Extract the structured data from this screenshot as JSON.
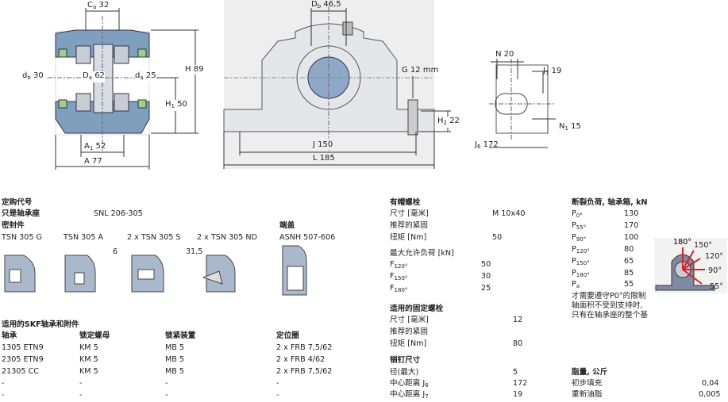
{
  "drawing": {
    "left_view": {
      "ca": "C",
      "ca_sub": "a",
      "ca_val": "32",
      "db": "d",
      "db_sub": "b",
      "db_val": "30",
      "Da": "D",
      "Da_sub": "a",
      "Da_val": "62",
      "da": "d",
      "da_sub": "a",
      "da_val": "25",
      "H": "H",
      "H_val": "89",
      "H1": "H",
      "H1_sub": "1",
      "H1_val": "50",
      "A1": "A",
      "A1_sub": "1",
      "A1_val": "52",
      "A": "A",
      "A_val": "77"
    },
    "center_view": {
      "Db": "D",
      "Db_sub": "b",
      "Db_val": "46,5",
      "G": "G",
      "G_val": "12 mm",
      "H2": "H",
      "H2_sub": "2",
      "H2_val": "22",
      "J": "J",
      "J_val": "150",
      "L": "L",
      "L_val": "185"
    },
    "right_view": {
      "N": "N",
      "N_val": "20",
      "J7": "J",
      "J7_sub": "7",
      "J7_val": "19",
      "N1": "N",
      "N1_sub": "1",
      "N1_val": "15",
      "J6": "J",
      "J6_sub": "6",
      "J6_val": "172"
    }
  },
  "ordering": {
    "title": "定购代号",
    "housing_only_label": "只是轴承座",
    "housing_only_value": "SNL 206-305",
    "seals_title": "密封件",
    "seals": [
      "TSN 305 G",
      "TSN 305 A",
      "2 x TSN 305 S",
      "2 x TSN 305 ND"
    ],
    "end_cover_title": "端盖",
    "end_cover": "ASNH 507-606",
    "seal_dim_1": "6",
    "seal_dim_2": "31,5"
  },
  "accessories": {
    "title": "适用的SKF轴承和附件",
    "headers": [
      "轴承",
      "锁定螺母",
      "锁紧装置",
      "定位圈"
    ],
    "rows": [
      [
        "1305 ETN9",
        "KM 5",
        "MB 5",
        "2 x FRB 7,5/62"
      ],
      [
        "2305 ETN9",
        "KM 5",
        "MB 5",
        "2 x FRB 4/62"
      ],
      [
        "21305 CC",
        "KM 5",
        "MB 5",
        "2 x FRB 7,5/62"
      ],
      [
        "-",
        "-",
        "-",
        "-"
      ],
      [
        "-",
        "-",
        "-",
        "-"
      ]
    ]
  },
  "cap_bolts": {
    "title": "有帽螺栓",
    "rows": [
      {
        "label": "尺寸 [毫米]",
        "value": "M 10x40"
      },
      {
        "label": "推荐的紧固",
        "value": ""
      },
      {
        "label": "扭矩 [Nm]",
        "value": "50"
      }
    ],
    "max_load_title": "最大允许负荷 [kN]",
    "loads": [
      {
        "label": "F",
        "sub": "120°",
        "value": "50"
      },
      {
        "label": "F",
        "sub": "150°",
        "value": "30"
      },
      {
        "label": "F",
        "sub": "180°",
        "value": "25"
      }
    ]
  },
  "fix_bolts": {
    "title": "适用的固定螺栓",
    "rows": [
      {
        "label": "尺寸 [毫米]",
        "value": "12"
      },
      {
        "label": "推荐的紧固",
        "value": ""
      },
      {
        "label": "扭矩 [Nm]",
        "value": "80"
      }
    ]
  },
  "dowel": {
    "title": "销钉尺寸",
    "rows": [
      {
        "label": "径(最大)",
        "sub": "",
        "value": "5"
      },
      {
        "label": "中心距离 J",
        "sub": "6",
        "value": "172"
      },
      {
        "label": "中心距离 J",
        "sub": "7",
        "value": "19"
      }
    ]
  },
  "breaking": {
    "title": "断裂负荷, 轴承箱, kN",
    "rows": [
      {
        "label": "P",
        "sub": "0°",
        "value": "130"
      },
      {
        "label": "P",
        "sub": "55°",
        "value": "170"
      },
      {
        "label": "P",
        "sub": "90°",
        "value": "100"
      },
      {
        "label": "P",
        "sub": "120°",
        "value": "80"
      },
      {
        "label": "P",
        "sub": "150°",
        "value": "65"
      },
      {
        "label": "P",
        "sub": "180°",
        "value": "85"
      },
      {
        "label": "P",
        "sub": "a",
        "value": "55"
      }
    ],
    "note": [
      "才需要遵守P0°的限制",
      "轴面积不受到支持时,",
      "只有在轴承座的整个基"
    ],
    "angles": [
      "180°",
      "150°",
      "120°",
      "90°",
      "55°"
    ]
  },
  "grease": {
    "title": "脂量, 公斤",
    "rows": [
      {
        "label": "初步填充",
        "value": "0,04"
      },
      {
        "label": "重新油脂",
        "value": "0,005"
      }
    ]
  },
  "colors": {
    "housing_blue": "#7f9fbf",
    "bearing_grey": "#c8ccd4",
    "seal_green": "#9fd08a",
    "load_red": "#e02020",
    "background_box": "#eeeeee"
  }
}
